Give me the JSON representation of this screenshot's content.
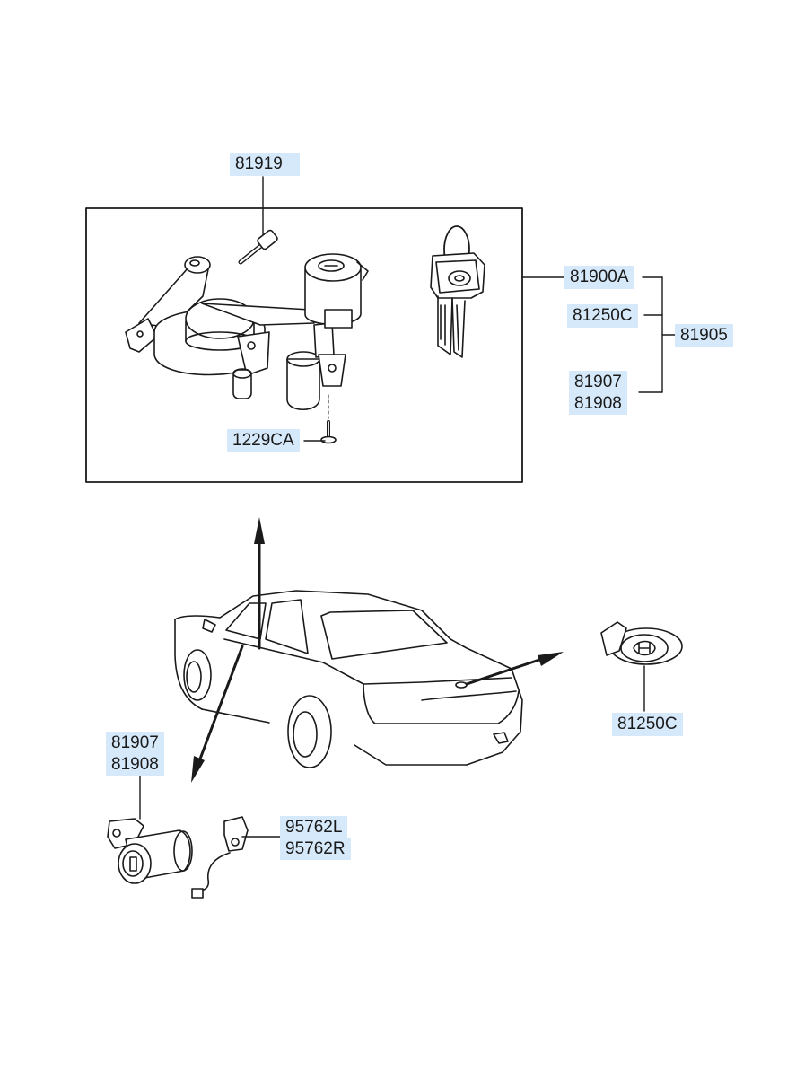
{
  "labels": {
    "screw_top": "81919",
    "screw_bottom": "1229CA",
    "key_blank": "81900A",
    "key_cyl_a": "81250C",
    "set_top": "81907",
    "set_bottom": "81908",
    "kit": "81905",
    "trunk_cyl": "81250C",
    "door_top": "81907",
    "door_bottom": "81908",
    "switch_left": "95762L",
    "switch_right": "95762R"
  },
  "colors": {
    "line": "#1a1a1a",
    "label_bg": "#d6e9fb"
  }
}
